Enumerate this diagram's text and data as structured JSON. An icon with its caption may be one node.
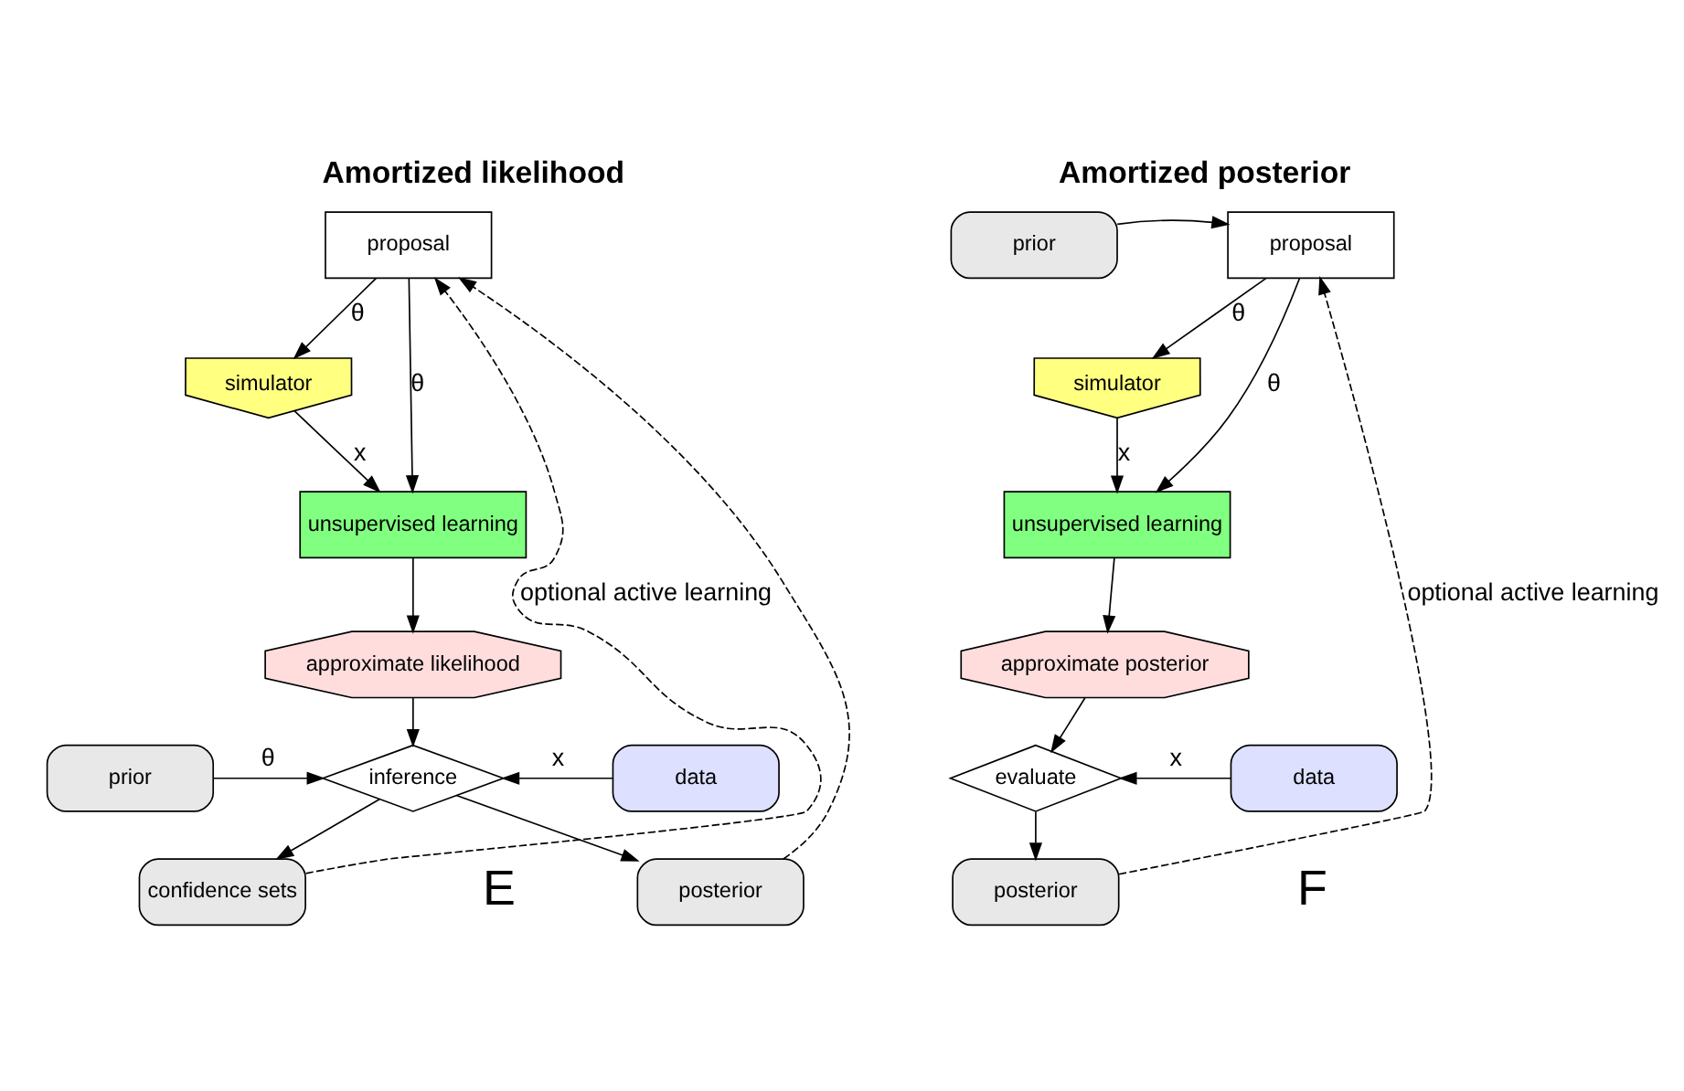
{
  "diagram": {
    "nodes": [
      {
        "text": [
          "proposal"
        ]
      },
      {
        "text": [
          "simulator"
        ]
      },
      {
        "text": [
          "unsupervised learning"
        ]
      },
      {
        "text": [
          "approximate likelihood"
        ]
      },
      {
        "text": [
          "prior"
        ]
      },
      {
        "text": [
          "inference"
        ]
      },
      {
        "text": [
          "data"
        ]
      },
      {
        "text": [
          "confidence sets"
        ]
      },
      {
        "text": [
          "posterior"
        ]
      },
      {
        "text": [
          "prior"
        ]
      },
      {
        "text": [
          "proposal"
        ]
      },
      {
        "text": [
          "simulator"
        ]
      },
      {
        "text": [
          "unsupervised learning"
        ]
      },
      {
        "text": [
          "approximate posterior"
        ]
      },
      {
        "text": [
          "evaluate"
        ]
      },
      {
        "text": [
          "data"
        ]
      },
      {
        "text": [
          "posterior"
        ]
      }
    ],
    "edges": [
      {
        "from": 0,
        "to": 1,
        "arrow": "to",
        "label": "θ"
      },
      {
        "from": 0,
        "to": 2,
        "arrow": "to",
        "label": "θ"
      },
      {
        "from": 1,
        "to": 2,
        "arrow": "to",
        "label": "x"
      },
      {
        "from": 2,
        "to": 3,
        "arrow": "to"
      },
      {
        "from": 3,
        "to": 5,
        "arrow": "to"
      },
      {
        "from": 4,
        "to": 5,
        "arrow": "to",
        "label": "θ"
      },
      {
        "from": 6,
        "to": 5,
        "arrow": "to",
        "label": "x"
      },
      {
        "from": 5,
        "to": 7,
        "arrow": "to"
      },
      {
        "from": 5,
        "to": 8,
        "arrow": "to"
      },
      {
        "from": 7,
        "to": 0,
        "arrow": "to",
        "style": "dashed",
        "label": "optional active learning"
      },
      {
        "from": 8,
        "to": 0,
        "arrow": "to",
        "style": "dashed"
      },
      {
        "from": 9,
        "to": 10,
        "arrow": "to"
      },
      {
        "from": 10,
        "to": 11,
        "arrow": "to",
        "label": "θ"
      },
      {
        "from": 10,
        "to": 12,
        "arrow": "to",
        "label": "θ"
      },
      {
        "from": 11,
        "to": 12,
        "arrow": "to",
        "label": "x"
      },
      {
        "from": 12,
        "to": 13,
        "arrow": "to"
      },
      {
        "from": 13,
        "to": 14,
        "arrow": "to"
      },
      {
        "from": 15,
        "to": 14,
        "arrow": "to",
        "label": "x"
      },
      {
        "from": 14,
        "to": 16,
        "arrow": "to"
      },
      {
        "from": 16,
        "to": 10,
        "arrow": "to",
        "style": "dashed",
        "label": "optional active learning"
      }
    ],
    "labels": [
      "Amortized likelihood",
      "E",
      "Amortized posterior",
      "F"
    ]
  }
}
